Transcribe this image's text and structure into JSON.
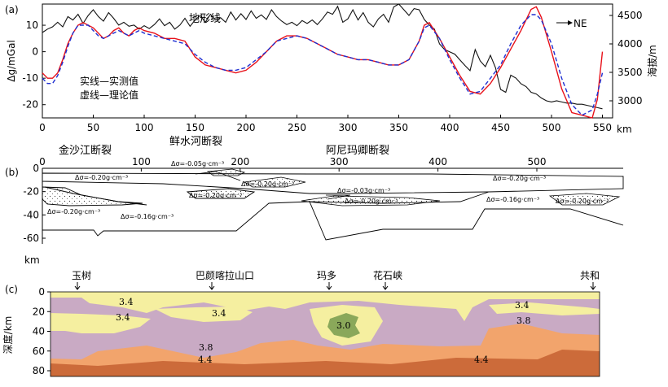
{
  "chart_data": [
    {
      "type": "line",
      "panel": "(a)",
      "ylabel_left": "Δg/mGal",
      "ylabel_right": "海拔/m",
      "xunit": "km",
      "xlim": [
        0,
        560
      ],
      "ylim": [
        -25,
        18
      ],
      "ylim_right": [
        2700,
        4700
      ],
      "xticks": [
        "0",
        "50",
        "100",
        "150",
        "200",
        "250",
        "300",
        "350",
        "400",
        "450",
        "500",
        "550"
      ],
      "yticks": [
        "-20",
        "-10",
        "0",
        "10"
      ],
      "yticks_right": [
        "3000",
        "3500",
        "4000",
        "4500"
      ],
      "annotations": {
        "terrain_label": "地形线",
        "direction": "NE",
        "legend_solid": "实线—实测值",
        "legend_dashed": "虚线—理论值"
      },
      "series": [
        {
          "name": "地形线",
          "axis": "right",
          "color": "#111111",
          "x": [
            0,
            5,
            10,
            15,
            20,
            25,
            30,
            35,
            40,
            45,
            50,
            55,
            60,
            65,
            70,
            75,
            80,
            85,
            90,
            95,
            100,
            105,
            110,
            115,
            120,
            125,
            130,
            135,
            140,
            145,
            150,
            155,
            160,
            165,
            170,
            175,
            180,
            185,
            190,
            195,
            200,
            205,
            210,
            215,
            220,
            225,
            230,
            235,
            240,
            245,
            250,
            255,
            260,
            265,
            270,
            275,
            280,
            285,
            290,
            295,
            300,
            305,
            310,
            315,
            320,
            325,
            330,
            335,
            340,
            345,
            350,
            355,
            360,
            365,
            370,
            375,
            380,
            385,
            390,
            395,
            400,
            405,
            410,
            415,
            420,
            425,
            430,
            435,
            440,
            445,
            450,
            455,
            460,
            465,
            470,
            475,
            480,
            485,
            490,
            495,
            500,
            505,
            510,
            515,
            520,
            525,
            530,
            535,
            540,
            545,
            550
          ],
          "y": [
            4200,
            4260,
            4300,
            4380,
            4300,
            4480,
            4420,
            4520,
            4360,
            4500,
            4600,
            4480,
            4400,
            4550,
            4450,
            4330,
            4380,
            4310,
            4330,
            4260,
            4320,
            4270,
            4340,
            4440,
            4320,
            4380,
            4260,
            4330,
            4450,
            4310,
            4420,
            4500,
            4380,
            4520,
            4420,
            4460,
            4380,
            4560,
            4420,
            4530,
            4430,
            4580,
            4450,
            4510,
            4430,
            4600,
            4480,
            4400,
            4340,
            4380,
            4320,
            4410,
            4360,
            4420,
            4340,
            4440,
            4560,
            4520,
            4660,
            4380,
            4440,
            4600,
            4420,
            4550,
            4380,
            4300,
            4440,
            4520,
            4380,
            4650,
            4700,
            4600,
            4500,
            4620,
            4600,
            4430,
            4330,
            4260,
            4000,
            3900,
            3860,
            3820,
            3720,
            3620,
            3530,
            3900,
            3700,
            3600,
            3800,
            3580,
            3200,
            3150,
            3450,
            3400,
            3300,
            3250,
            3150,
            3120,
            3050,
            3000,
            2980,
            3000,
            2980,
            2960,
            2960,
            2940,
            2940,
            2920,
            2900,
            2880,
            2860
          ]
        },
        {
          "name": "实测值",
          "axis": "left",
          "color": "#e8111a",
          "x": [
            0,
            5,
            10,
            15,
            20,
            25,
            30,
            35,
            40,
            45,
            50,
            55,
            60,
            65,
            70,
            75,
            80,
            85,
            90,
            95,
            100,
            110,
            120,
            130,
            140,
            150,
            160,
            170,
            180,
            190,
            200,
            210,
            220,
            230,
            240,
            250,
            260,
            270,
            280,
            290,
            300,
            310,
            320,
            330,
            340,
            350,
            360,
            370,
            375,
            380,
            390,
            400,
            410,
            420,
            430,
            440,
            450,
            460,
            470,
            480,
            485,
            490,
            500,
            510,
            520,
            530,
            540,
            545,
            550
          ],
          "y": [
            -8,
            -10,
            -10,
            -8,
            -3,
            3,
            7,
            10,
            11,
            10,
            9,
            7,
            5,
            6,
            8,
            9,
            7,
            6,
            8,
            9,
            8,
            7,
            5,
            5,
            4,
            -2,
            -5,
            -6,
            -7,
            -8,
            -7,
            -4,
            0,
            4,
            6,
            6,
            5,
            3,
            1,
            -1,
            -2,
            -3,
            -3,
            -4,
            -5,
            -5,
            -3,
            4,
            10,
            11,
            5,
            -2,
            -9,
            -15,
            -16,
            -12,
            -6,
            1,
            8,
            16,
            17,
            13,
            0,
            -14,
            -23,
            -24,
            -25,
            -18,
            0
          ]
        },
        {
          "name": "理论值",
          "axis": "left",
          "color": "#1f2fd1",
          "x": [
            0,
            5,
            10,
            15,
            20,
            25,
            30,
            35,
            40,
            45,
            50,
            55,
            60,
            65,
            70,
            75,
            80,
            85,
            90,
            95,
            100,
            110,
            120,
            130,
            140,
            150,
            160,
            170,
            180,
            190,
            200,
            210,
            220,
            230,
            240,
            250,
            260,
            270,
            280,
            290,
            300,
            310,
            320,
            330,
            340,
            350,
            360,
            370,
            375,
            380,
            390,
            400,
            410,
            420,
            430,
            440,
            450,
            460,
            470,
            480,
            485,
            490,
            500,
            510,
            520,
            530,
            540,
            545,
            550
          ],
          "y": [
            -10,
            -12,
            -12,
            -9,
            -4,
            2,
            7,
            10,
            10,
            10,
            8,
            6,
            5,
            6,
            7,
            8,
            7,
            6,
            7,
            8,
            7,
            6,
            5,
            4,
            3,
            -1,
            -4,
            -6,
            -7,
            -7,
            -6,
            -3,
            0,
            4,
            5,
            6,
            5,
            3,
            1,
            -1,
            -2,
            -3,
            -3,
            -4,
            -5,
            -5,
            -3,
            4,
            9,
            10,
            5,
            -3,
            -10,
            -16,
            -15,
            -10,
            -5,
            3,
            10,
            14,
            14,
            12,
            3,
            -10,
            -20,
            -24,
            -22,
            -16,
            -8
          ]
        }
      ]
    },
    {
      "type": "diagram",
      "panel": "(b)",
      "ylabel": "km",
      "xticks": [
        "0",
        "100",
        "200",
        "300",
        "400",
        "500"
      ],
      "yticks": [
        "0",
        "-20",
        "-40",
        "-60"
      ],
      "faults": [
        "金沙江断裂",
        "鲜水河断裂",
        "阿尼玛卿断裂"
      ],
      "density_labels": [
        "Δσ=-0.20g·cm⁻³",
        "Δσ=-0.05g·cm⁻³",
        "Δσ=-0.20g·cm⁻³",
        "Δσ=-0.20g·cm⁻³",
        "Δσ=-0.03g·cm⁻³",
        "Δσ=-0.20g·cm⁻³",
        "Δσ=-0.20g·cm⁻³",
        "Δσ=-0.20g·cm⁻³",
        "Δσ=-0.16g·cm⁻³",
        "Δσ=-0.16g·cm⁻³",
        "Δσ=-0.20g·cm⁻³"
      ]
    },
    {
      "type": "diagram",
      "panel": "(c)",
      "ylabel": "深度/km",
      "yticks": [
        "0",
        "20",
        "40",
        "60",
        "80"
      ],
      "locations": [
        "玉树",
        "巴颜喀拉山口",
        "玛多",
        "花石峡",
        "共和"
      ],
      "velocity_labels": [
        "3.4",
        "3.4",
        "3.4",
        "3.0",
        "3.4",
        "3.8",
        "3.8",
        "4.4",
        "4.4"
      ],
      "colors": {
        "v30": "#8aa85a",
        "v34": "#f5efa0",
        "v38": "#c9aac4",
        "v42": "#f2a46c",
        "v44": "#cc6b3a"
      }
    }
  ]
}
